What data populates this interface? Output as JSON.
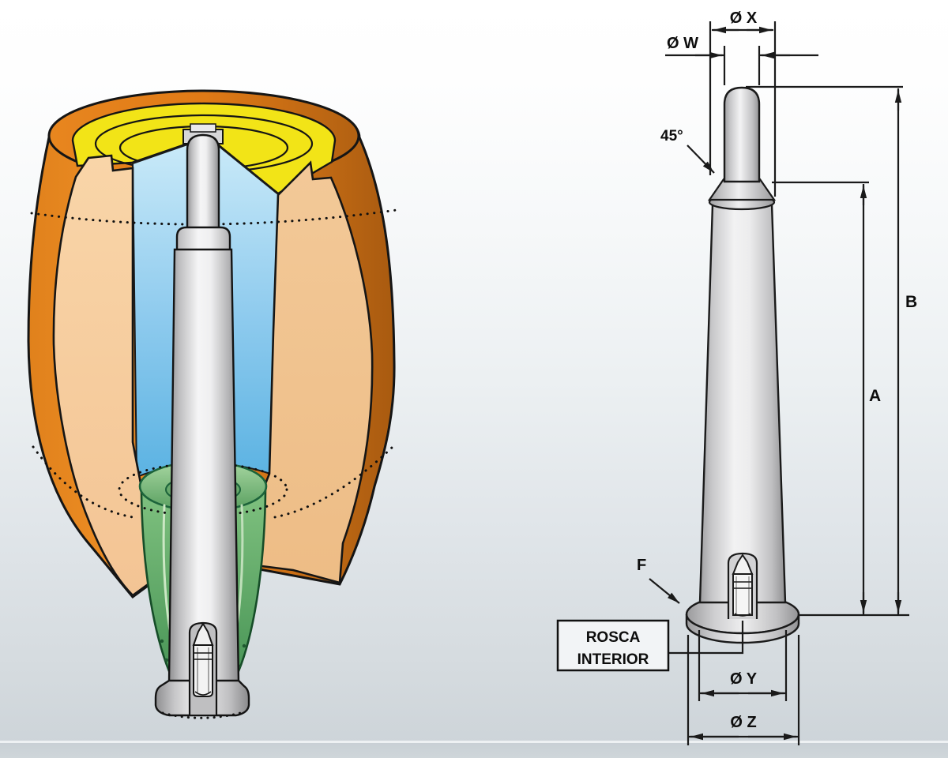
{
  "drawing": {
    "labels": {
      "dia_x": "Ø X",
      "dia_w": "Ø W",
      "chamfer_angle": "45°",
      "overall_length": "B",
      "body_length": "A",
      "flange_ref": "F",
      "dia_y": "Ø Y",
      "dia_z": "Ø Z"
    },
    "callout": {
      "line1": "ROSCA",
      "line2": "INTERIOR"
    }
  },
  "illustration": {
    "colors": {
      "body_orange": "#E8861F",
      "body_orange_dark": "#B26112",
      "section_face_peach": "#F6CDA0",
      "top_insert_yellow": "#F2E417",
      "cavity_blue": "#7FC4EA",
      "threaded_part_green": "#6FAF6A",
      "core_metal_gray": "#C9C9CB",
      "outline_black": "#151515"
    }
  }
}
